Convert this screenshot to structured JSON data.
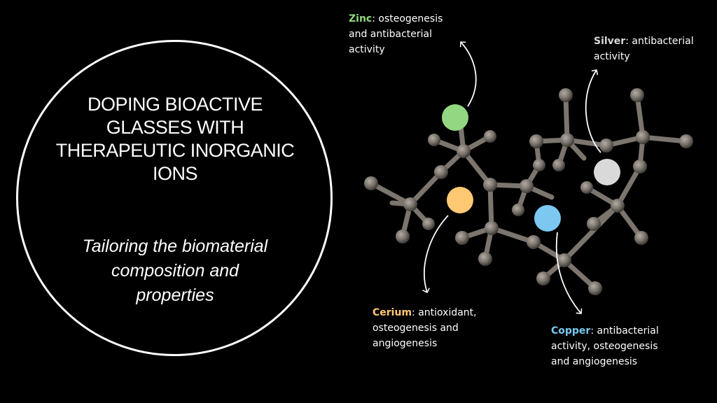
{
  "title": {
    "lines": [
      "DOPING BIOACTIVE",
      "GLASSES WITH",
      "THERAPEUTIC INORGANIC",
      "IONS"
    ]
  },
  "subtitle": {
    "lines": [
      "Tailoring the biomaterial",
      "composition and",
      "properties"
    ]
  },
  "ions": {
    "zinc": {
      "name": "Zinc",
      "color": "#93D782",
      "lines": [
        ": osteogenesis",
        "and antibacterial",
        "activity"
      ]
    },
    "silver": {
      "name": "Silver",
      "color": "#D9D9D9",
      "lines": [
        ": antibacterial",
        "activity"
      ]
    },
    "cerium": {
      "name": "Cerium",
      "color": "#FFC973",
      "lines": [
        ": antioxidant,",
        "osteogenesis and",
        "angiogenesis"
      ]
    },
    "copper": {
      "name": "Copper",
      "color": "#7CC8F0",
      "lines": [
        ": antibacterial",
        "activity, osteogenesis",
        "and angiogenesis"
      ]
    }
  }
}
